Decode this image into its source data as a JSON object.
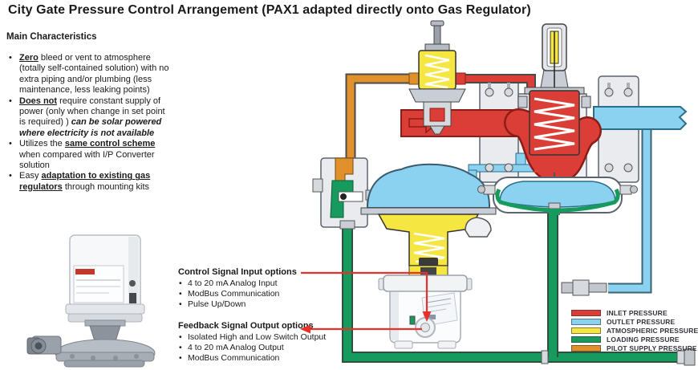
{
  "title": "City Gate Pressure Control Arrangement (PAX1 adapted directly onto Gas Regulator)",
  "main_characteristics": {
    "heading": "Main Characteristics",
    "items": [
      [
        {
          "t": "Zero",
          "b": 1,
          "u": 1
        },
        {
          "t": " bleed or vent to atmosphere (totally self-contained solution) with no extra piping and/or plumbing (less maintenance, less leaking points)"
        }
      ],
      [
        {
          "t": "Does not",
          "b": 1,
          "u": 1
        },
        {
          "t": " require constant supply of power (only when change in set point is required) ) "
        },
        {
          "t": "can be solar powered where electricity is not available",
          "b": 1,
          "i": 1
        }
      ],
      [
        {
          "t": "Utilizes the "
        },
        {
          "t": "same control scheme",
          "b": 1,
          "u": 1
        },
        {
          "t": " when compared with I/P Converter solution"
        }
      ],
      [
        {
          "t": "Easy "
        },
        {
          "t": "adaptation to existing gas regulators",
          "b": 1,
          "u": 1
        },
        {
          "t": " through mounting kits"
        }
      ]
    ]
  },
  "control_signal": {
    "heading": "Control Signal Input options",
    "items": [
      "4 to 20 mA Analog Input",
      "ModBus Communication",
      "Pulse Up/Down"
    ]
  },
  "feedback_signal": {
    "heading": "Feedback Signal Output options",
    "items": [
      "Isolated High and Low Switch Output",
      "4 to 20 mA Analog Output",
      "ModBus Communication"
    ]
  },
  "legend": {
    "items": [
      {
        "label": "INLET PRESSURE",
        "color": "#DB3E37"
      },
      {
        "label": "OUTLET PRESSURE",
        "color": "#8BD2F0"
      },
      {
        "label": "ATMOSPHERIC PRESSURE",
        "color": "#F5E642"
      },
      {
        "label": "LOADING PRESSURE",
        "color": "#179A5E"
      },
      {
        "label": "PILOT SUPPLY PRESSURE",
        "color": "#E0912B"
      }
    ]
  },
  "colors": {
    "inlet": "#DB3E37",
    "outlet": "#8BD2F0",
    "atmospheric": "#F5E642",
    "loading": "#179A5E",
    "pilot_supply": "#E0912B",
    "annotation_arrow": "#E8312A"
  }
}
